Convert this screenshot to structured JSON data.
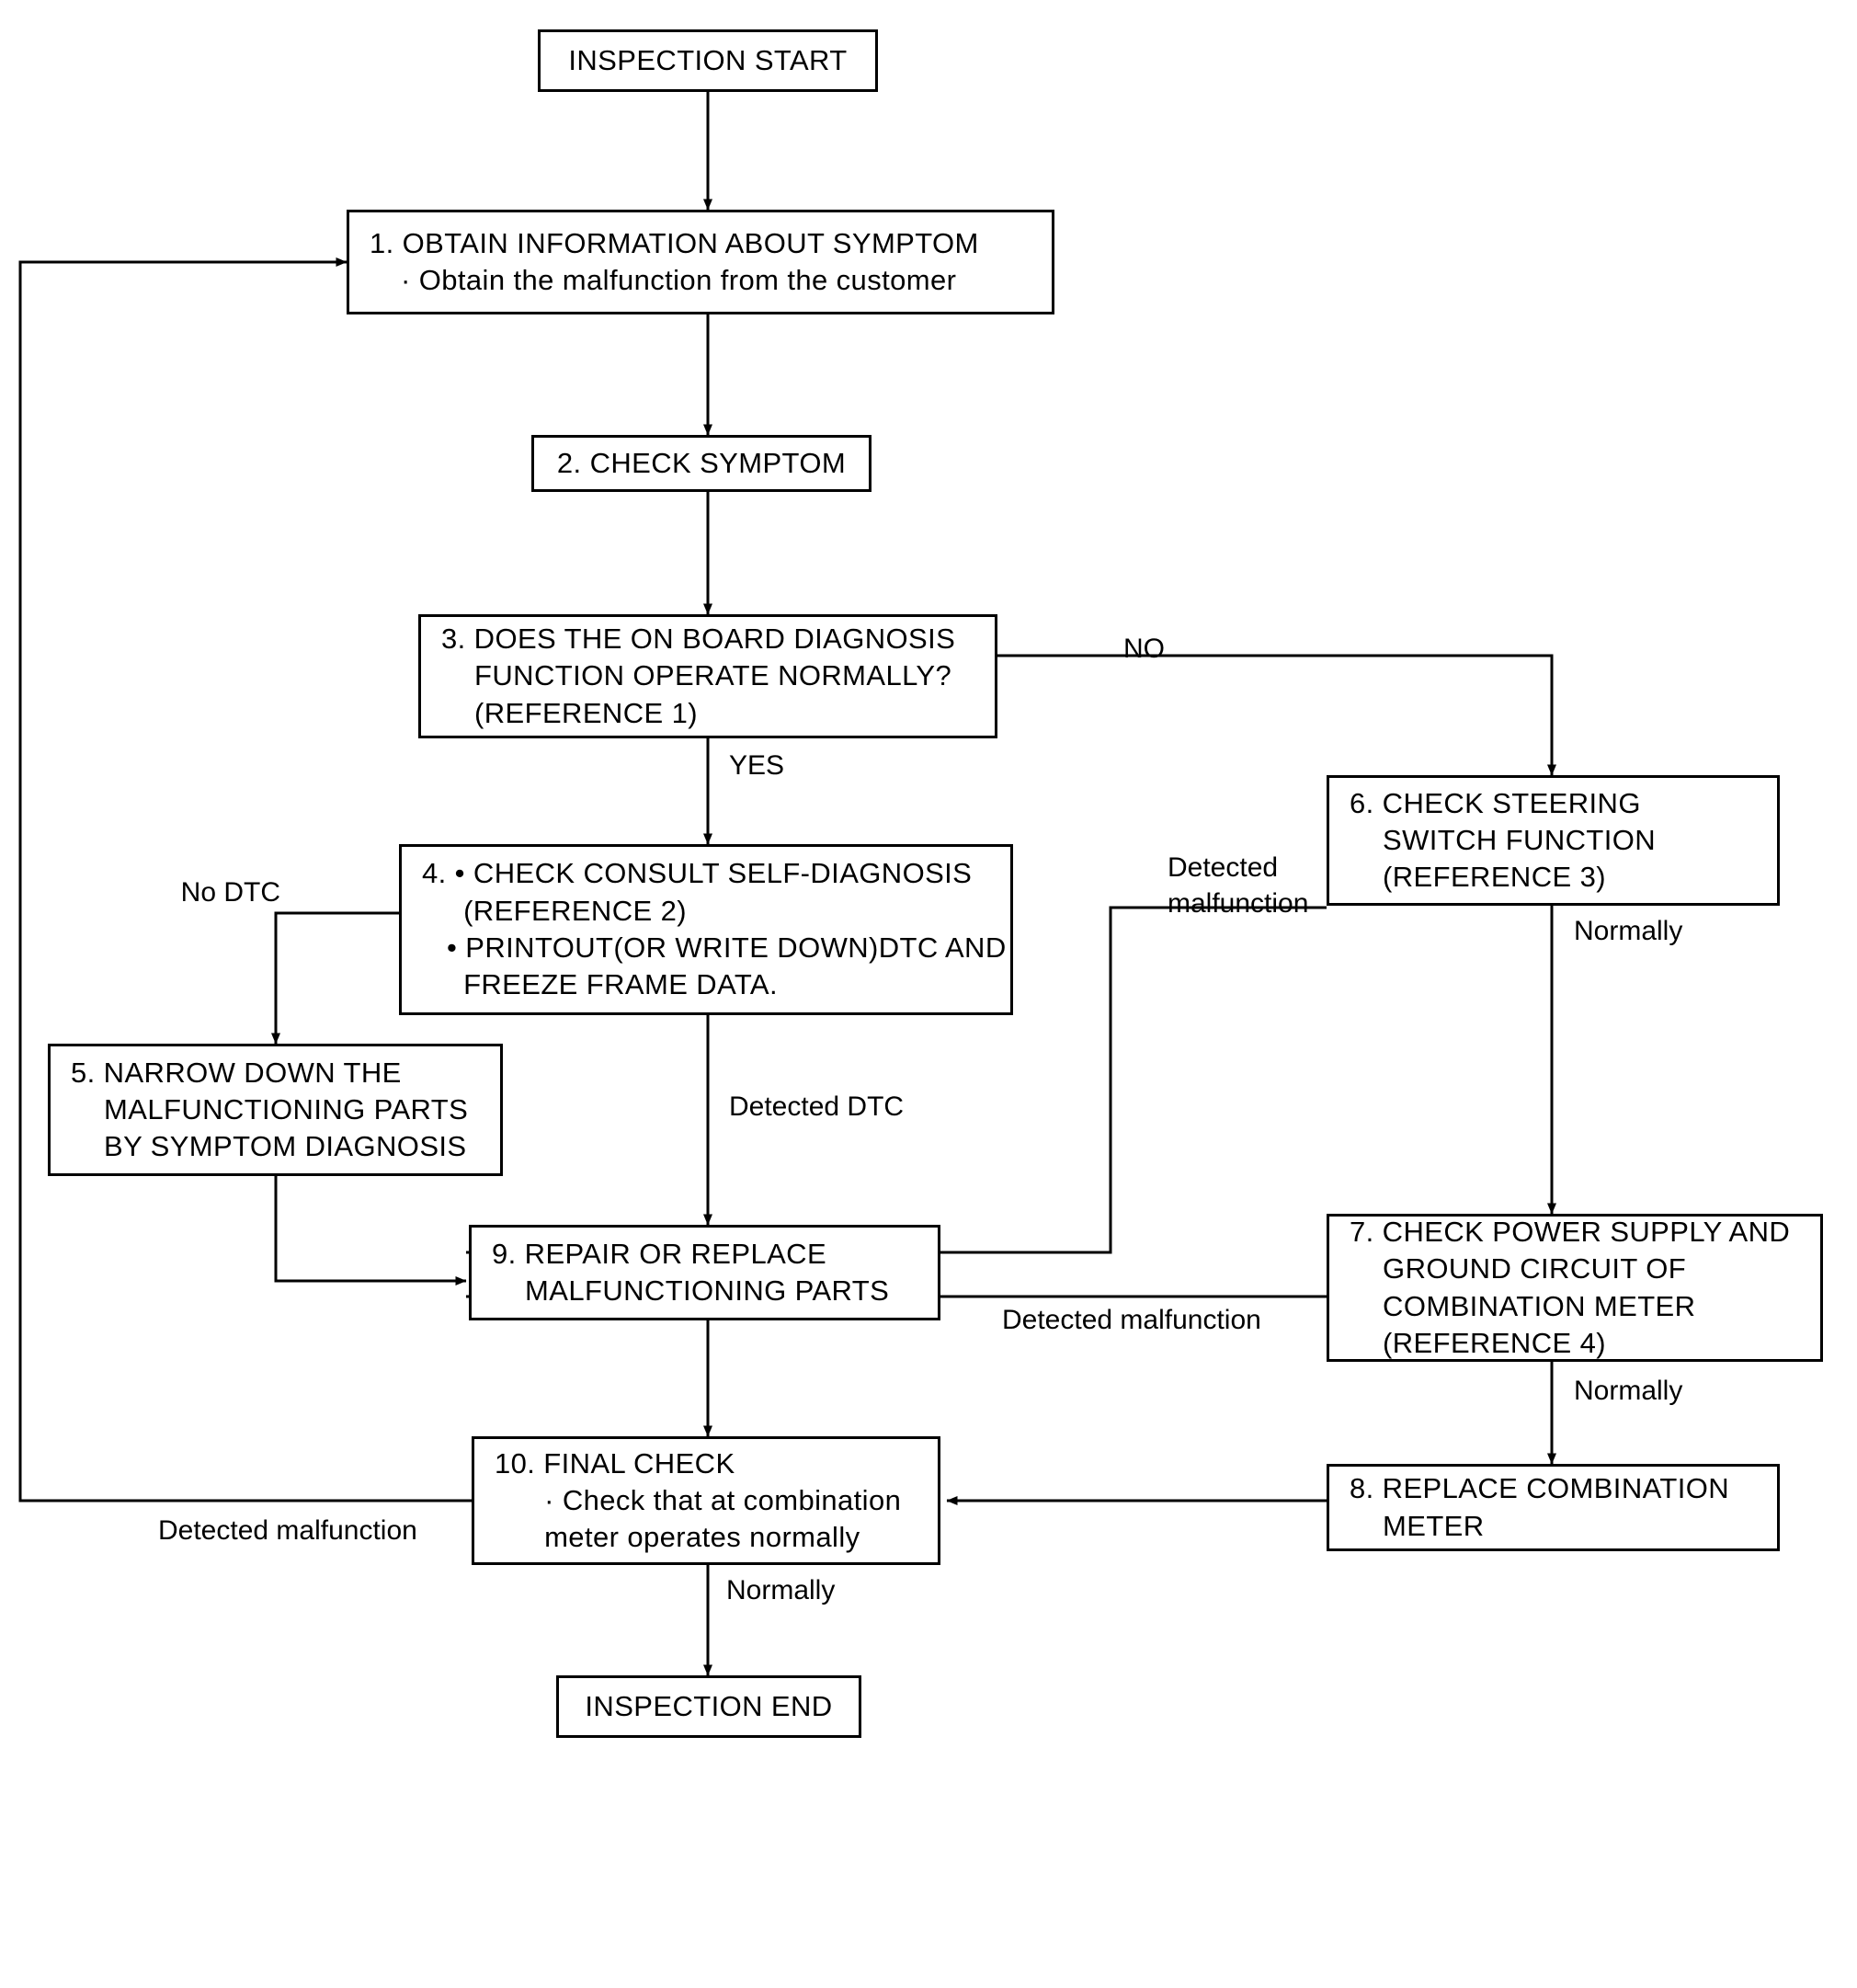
{
  "diagram": {
    "title": "Combination meter inspection / diagnosis work flow",
    "type": "flowchart",
    "orientation": "top-to-bottom",
    "background_color": "#ffffff",
    "line_color": "#000000",
    "text_color": "#000000"
  },
  "nodes": {
    "start": {
      "id": "start",
      "shape": "rectangle",
      "lines": [
        "INSPECTION START"
      ]
    },
    "step1": {
      "id": "step1",
      "shape": "rectangle",
      "lines": [
        "1. OBTAIN INFORMATION ABOUT SYMPTOM",
        "· Obtain the malfunction from the customer"
      ],
      "line1": "1. OBTAIN INFORMATION ABOUT SYMPTOM",
      "line2": "· Obtain the malfunction from the customer"
    },
    "step2": {
      "id": "step2",
      "shape": "rectangle",
      "lines": [
        "2. CHECK SYMPTOM"
      ],
      "line1": "2. CHECK SYMPTOM"
    },
    "step3": {
      "id": "step3",
      "shape": "rectangle",
      "lines": [
        "3. DOES THE ON BOARD DIAGNOSIS",
        "    FUNCTION OPERATE NORMALLY?",
        "    (REFERENCE 1)"
      ],
      "line1": "3. DOES THE ON BOARD DIAGNOSIS",
      "line2": "    FUNCTION OPERATE NORMALLY?",
      "line3": "    (REFERENCE 1)"
    },
    "step4": {
      "id": "step4",
      "shape": "rectangle",
      "lines": [
        "4. • CHECK CONSULT SELF-DIAGNOSIS",
        "     (REFERENCE 2)",
        "    • PRINTOUT(OR WRITE DOWN)DTC AND",
        "     FREEZE FRAME DATA."
      ],
      "line1": "4. • CHECK CONSULT SELF-DIAGNOSIS",
      "line2": "     (REFERENCE 2)",
      "line3": "   • PRINTOUT(OR WRITE DOWN)DTC AND",
      "line4": "     FREEZE FRAME DATA."
    },
    "step5": {
      "id": "step5",
      "shape": "rectangle",
      "lines": [
        "5. NARROW DOWN THE",
        "    MALFUNCTIONING PARTS",
        "    BY SYMPTOM DIAGNOSIS"
      ],
      "line1": "5. NARROW DOWN THE",
      "line2": "    MALFUNCTIONING PARTS",
      "line3": "    BY SYMPTOM DIAGNOSIS"
    },
    "step6": {
      "id": "step6",
      "shape": "rectangle",
      "lines": [
        "6. CHECK STEERING",
        "    SWITCH FUNCTION",
        "    (REFERENCE 3)"
      ],
      "line1": "6. CHECK STEERING",
      "line2": "    SWITCH FUNCTION",
      "line3": "    (REFERENCE 3)"
    },
    "step7": {
      "id": "step7",
      "shape": "rectangle",
      "lines": [
        "7. CHECK POWER SUPPLY AND",
        "    GROUND CIRCUIT OF",
        "    COMBINATION METER",
        "    (REFERENCE 4)"
      ],
      "line1": "7. CHECK POWER SUPPLY AND",
      "line2": "    GROUND CIRCUIT OF",
      "line3": "    COMBINATION METER",
      "line4": "    (REFERENCE 4)"
    },
    "step8": {
      "id": "step8",
      "shape": "rectangle",
      "lines": [
        "8. REPLACE COMBINATION",
        "    METER"
      ],
      "line1": "8. REPLACE COMBINATION",
      "line2": "    METER"
    },
    "step9": {
      "id": "step9",
      "shape": "rectangle",
      "lines": [
        "9. REPAIR OR REPLACE",
        "    MALFUNCTIONING PARTS"
      ],
      "line1": "9. REPAIR OR REPLACE",
      "line2": "    MALFUNCTIONING PARTS"
    },
    "step10": {
      "id": "step10",
      "shape": "rectangle",
      "lines": [
        "10. FINAL CHECK",
        "    · Check that at combination",
        "     meter operates normally"
      ],
      "line1": "10. FINAL CHECK",
      "line2": "      · Check that at combination",
      "line3": "      meter operates normally"
    },
    "end": {
      "id": "end",
      "shape": "rectangle",
      "lines": [
        "INSPECTION END"
      ]
    }
  },
  "edge_labels": {
    "no": "NO",
    "yes": "YES",
    "no_dtc": "No DTC",
    "detected_dtc": "Detected DTC",
    "detected_malfunction_6_line1": "Detected",
    "detected_malfunction_6_line2": "malfunction",
    "normally_6": "Normally",
    "detected_malfunction_7": "Detected malfunction",
    "normally_7": "Normally",
    "detected_malfunction_10": "Detected malfunction",
    "normally_10": "Normally"
  },
  "edges": [
    {
      "from": "start",
      "to": "step1",
      "label": ""
    },
    {
      "from": "step1",
      "to": "step2",
      "label": ""
    },
    {
      "from": "step2",
      "to": "step3",
      "label": ""
    },
    {
      "from": "step3",
      "to": "step6",
      "label": "NO"
    },
    {
      "from": "step3",
      "to": "step4",
      "label": "YES"
    },
    {
      "from": "step4",
      "to": "step5",
      "label": "No DTC"
    },
    {
      "from": "step4",
      "to": "step9",
      "label": "Detected DTC"
    },
    {
      "from": "step5",
      "to": "step9",
      "label": ""
    },
    {
      "from": "step6",
      "to": "step9",
      "label": "Detected malfunction"
    },
    {
      "from": "step6",
      "to": "step7",
      "label": "Normally"
    },
    {
      "from": "step7",
      "to": "step9",
      "label": "Detected malfunction"
    },
    {
      "from": "step7",
      "to": "step8",
      "label": "Normally"
    },
    {
      "from": "step8",
      "to": "step10",
      "label": ""
    },
    {
      "from": "step9",
      "to": "step10",
      "label": ""
    },
    {
      "from": "step10",
      "to": "step1",
      "label": "Detected malfunction"
    },
    {
      "from": "step10",
      "to": "end",
      "label": "Normally"
    }
  ]
}
